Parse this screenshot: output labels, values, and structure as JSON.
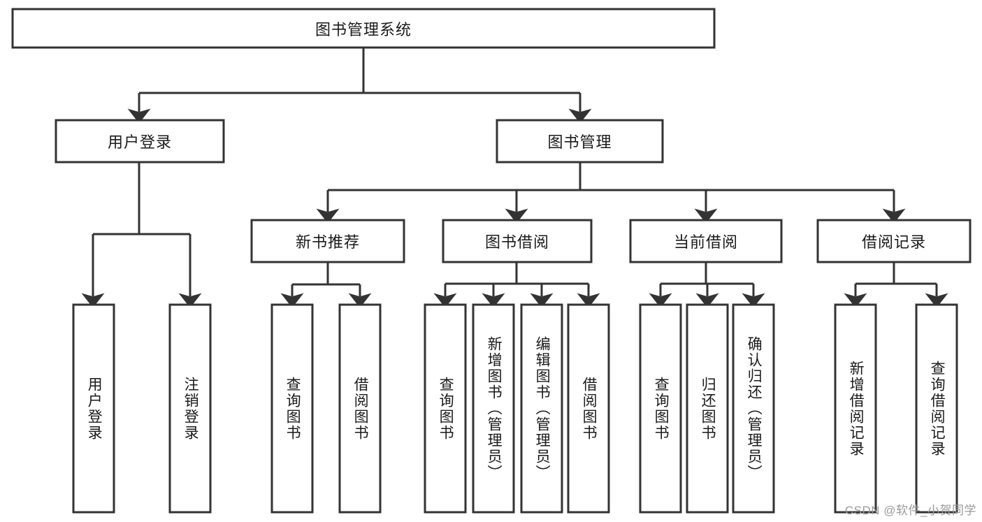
{
  "diagram": {
    "title": "图书管理系统",
    "watermark": "CSDN @软件_小贺同学",
    "type": "tree-hierarchy-chart",
    "colors": {
      "box_stroke": "#333333",
      "box_fill": "#ffffff",
      "text": "#1a1a1a",
      "background": "#ffffff",
      "watermark": "#9a9a9a"
    },
    "levels": {
      "root": {
        "label": "图书管理系统"
      },
      "level2": [
        {
          "label": "用户登录"
        },
        {
          "label": "图书管理"
        }
      ],
      "level3": [
        {
          "label": "新书推荐"
        },
        {
          "label": "图书借阅"
        },
        {
          "label": "当前借阅"
        },
        {
          "label": "借阅记录"
        }
      ],
      "leaves": {
        "user_login": [
          {
            "label": "用户登录"
          },
          {
            "label": "注销登录"
          }
        ],
        "new_book": [
          {
            "label": "查询图书"
          },
          {
            "label": "借阅图书"
          }
        ],
        "book_borrow": [
          {
            "label": "查询图书"
          },
          {
            "label": "新增图书（管理员）"
          },
          {
            "label": "编辑图书（管理员）"
          },
          {
            "label": "借阅图书"
          }
        ],
        "current_borrow": [
          {
            "label": "查询图书"
          },
          {
            "label": "归还图书"
          },
          {
            "label": "确认归还（管理员）"
          }
        ],
        "borrow_record": [
          {
            "label": "新增借阅记录"
          },
          {
            "label": "查询借阅记录"
          }
        ]
      }
    }
  },
  "chart_data": {
    "type": "table",
    "title": "图书管理系统",
    "nodes": [
      {
        "id": "root",
        "label": "图书管理系统",
        "level": 0,
        "parent": null
      },
      {
        "id": "n-user-login",
        "label": "用户登录",
        "level": 1,
        "parent": "root"
      },
      {
        "id": "n-book-manage",
        "label": "图书管理",
        "level": 1,
        "parent": "root"
      },
      {
        "id": "n-new-book",
        "label": "新书推荐",
        "level": 2,
        "parent": "n-book-manage"
      },
      {
        "id": "n-book-borrow",
        "label": "图书借阅",
        "level": 2,
        "parent": "n-book-manage"
      },
      {
        "id": "n-current-borrow",
        "label": "当前借阅",
        "level": 2,
        "parent": "n-book-manage"
      },
      {
        "id": "n-borrow-record",
        "label": "借阅记录",
        "level": 2,
        "parent": "n-book-manage"
      },
      {
        "id": "l-user-login-1",
        "label": "用户登录",
        "level": 2,
        "parent": "n-user-login"
      },
      {
        "id": "l-user-login-2",
        "label": "注销登录",
        "level": 2,
        "parent": "n-user-login"
      },
      {
        "id": "l-new-book-1",
        "label": "查询图书",
        "level": 3,
        "parent": "n-new-book"
      },
      {
        "id": "l-new-book-2",
        "label": "借阅图书",
        "level": 3,
        "parent": "n-new-book"
      },
      {
        "id": "l-book-borrow-1",
        "label": "查询图书",
        "level": 3,
        "parent": "n-book-borrow"
      },
      {
        "id": "l-book-borrow-2",
        "label": "新增图书（管理员）",
        "level": 3,
        "parent": "n-book-borrow"
      },
      {
        "id": "l-book-borrow-3",
        "label": "编辑图书（管理员）",
        "level": 3,
        "parent": "n-book-borrow"
      },
      {
        "id": "l-book-borrow-4",
        "label": "借阅图书",
        "level": 3,
        "parent": "n-book-borrow"
      },
      {
        "id": "l-current-borrow-1",
        "label": "查询图书",
        "level": 3,
        "parent": "n-current-borrow"
      },
      {
        "id": "l-current-borrow-2",
        "label": "归还图书",
        "level": 3,
        "parent": "n-current-borrow"
      },
      {
        "id": "l-current-borrow-3",
        "label": "确认归还（管理员）",
        "level": 3,
        "parent": "n-current-borrow"
      },
      {
        "id": "l-borrow-record-1",
        "label": "新增借阅记录",
        "level": 3,
        "parent": "n-borrow-record"
      },
      {
        "id": "l-borrow-record-2",
        "label": "查询借阅记录",
        "level": 3,
        "parent": "n-borrow-record"
      }
    ]
  }
}
